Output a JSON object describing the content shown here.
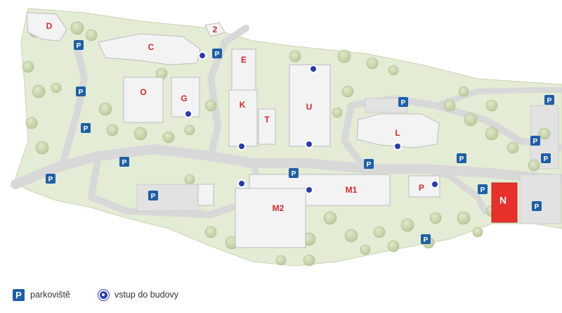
{
  "buildings": {
    "D": "D",
    "two": "2",
    "C": "C",
    "O": "O",
    "G": "G",
    "E": "E",
    "K": "K",
    "T": "T",
    "U": "U",
    "L": "L",
    "M1": "M1",
    "M2": "M2",
    "P": "P",
    "N": "N"
  },
  "parking_symbol": "P",
  "legend": {
    "parking_label": "parkoviště",
    "entrance_label": "vstup do budovy"
  },
  "colors": {
    "grass": "#e4ecd6",
    "road": "#dcdcdc",
    "building": "#f3f3f3",
    "highlight_building": "#e8312b",
    "parking_marker": "#1f5fa6",
    "entrance_marker": "#2a3bb0",
    "label_text": "#d4282c"
  }
}
